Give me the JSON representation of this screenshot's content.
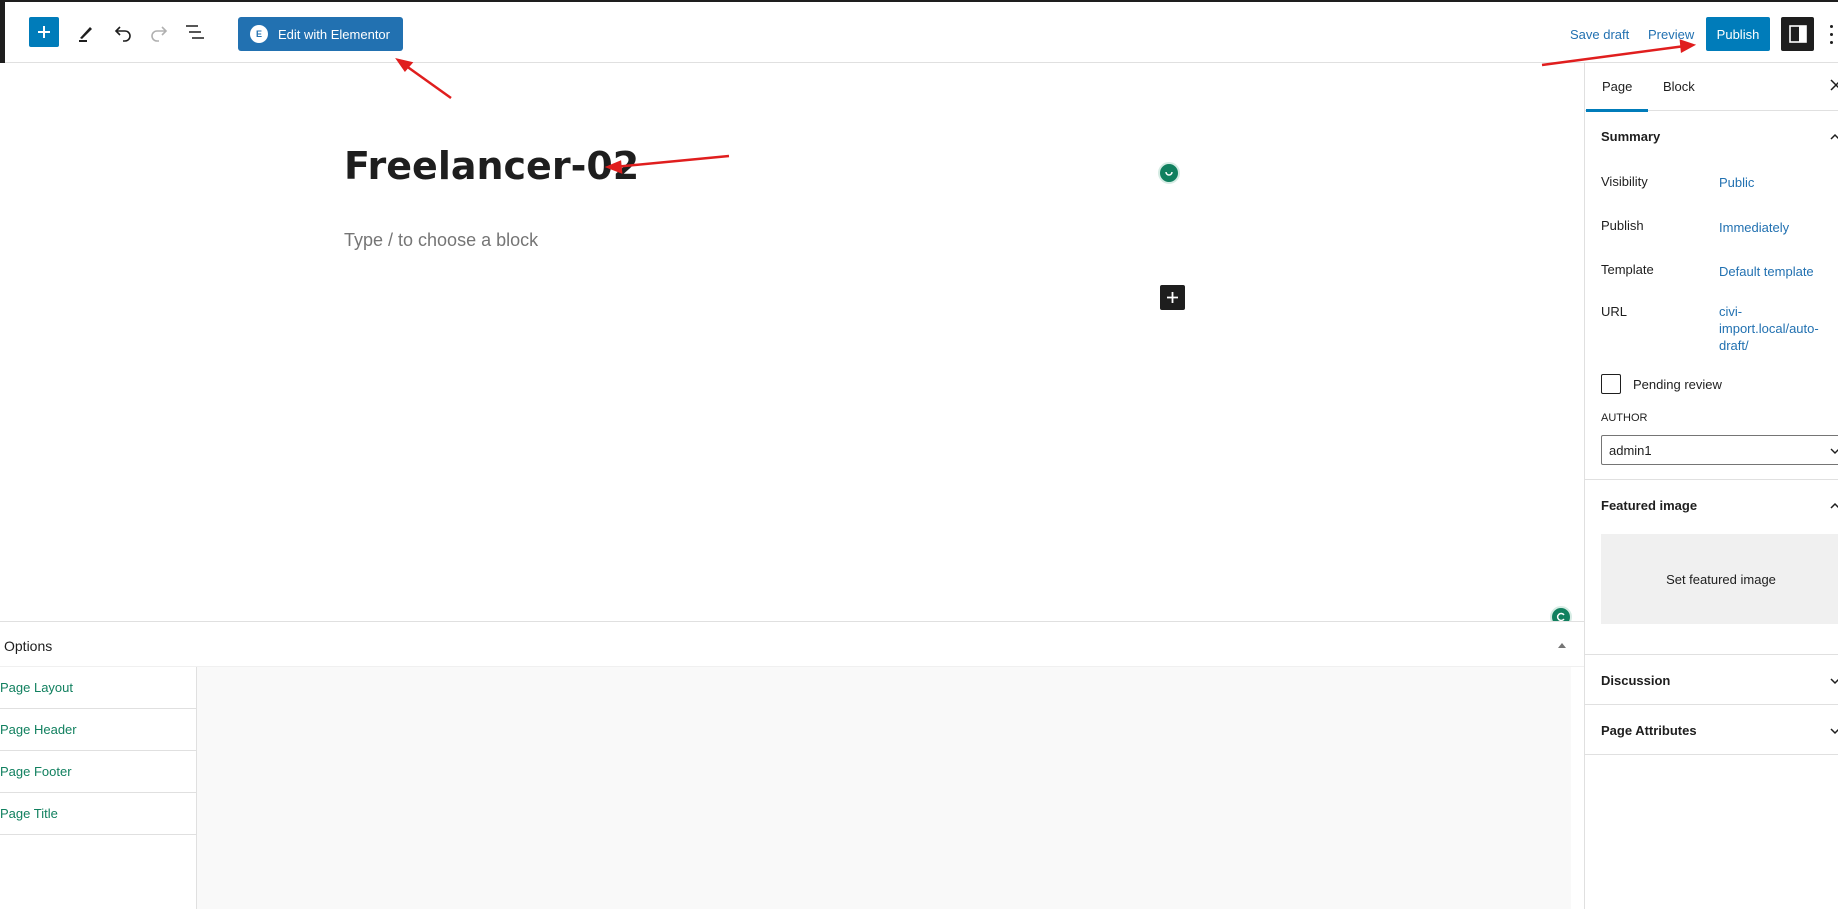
{
  "toolbar": {
    "edit_elementor_label": "Edit with Elementor",
    "elementor_icon_text": "E",
    "save_draft_label": "Save draft",
    "preview_label": "Preview",
    "publish_label": "Publish"
  },
  "editor": {
    "title": "Freelancer-02",
    "block_placeholder": "Type / to choose a block"
  },
  "options": {
    "title": "Options",
    "nav_items": [
      "Page Layout",
      "Page Header",
      "Page Footer",
      "Page Title"
    ]
  },
  "sidebar": {
    "tabs": [
      "Page",
      "Block"
    ],
    "summary": {
      "title": "Summary",
      "visibility_label": "Visibility",
      "visibility_value": "Public",
      "publish_label": "Publish",
      "publish_value": "Immediately",
      "template_label": "Template",
      "template_value": "Default template",
      "url_label": "URL",
      "url_value_line1": "civi-",
      "url_value_line2": "import.local/auto-",
      "url_value_line3": "draft/",
      "pending_review_label": "Pending review",
      "author_label": "AUTHOR",
      "author_value": "admin1"
    },
    "featured_image": {
      "title": "Featured image",
      "set_label": "Set featured image"
    },
    "discussion_title": "Discussion",
    "page_attributes_title": "Page Attributes"
  },
  "colors": {
    "accent": "#007cba",
    "elementor_blue": "#2271b1",
    "link_green": "#11805f",
    "annotation_arrow": "#e01e1e"
  }
}
